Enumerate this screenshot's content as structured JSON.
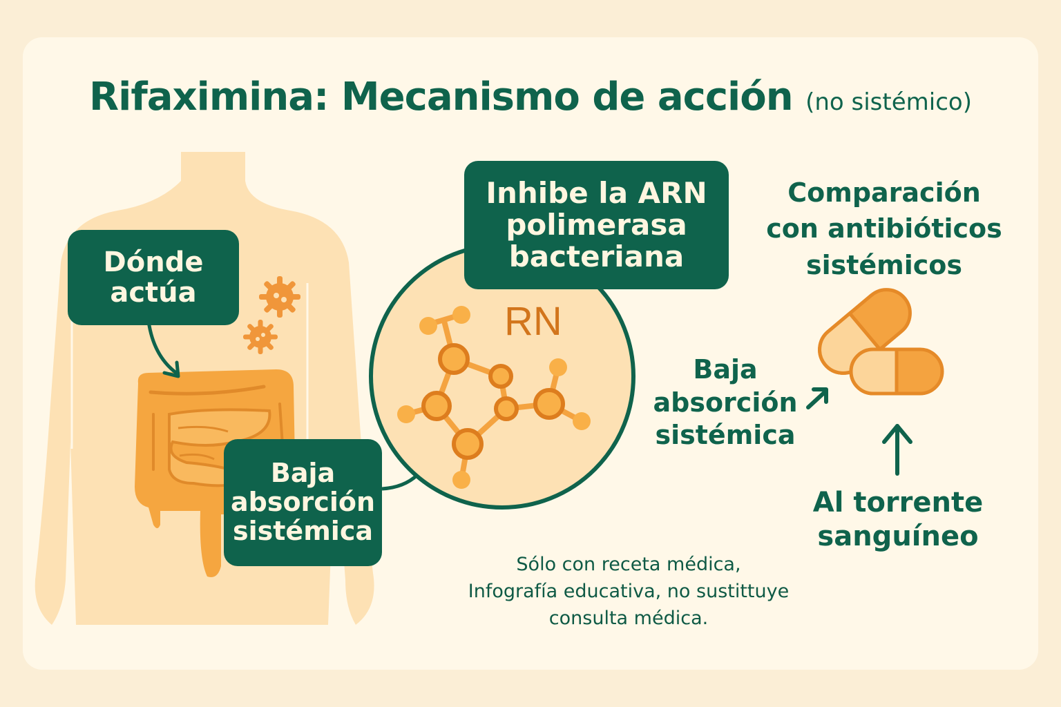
{
  "title": {
    "main": "Rifaximina: Mecanismo de acción",
    "subtitle": "(no sistémico)"
  },
  "left_panel": {
    "where_box": {
      "lines": [
        "Dónde",
        "actúa"
      ]
    },
    "absorption_box": {
      "lines": [
        "Baja",
        "absorción",
        "sistémica"
      ]
    },
    "icons": [
      "human-torso-icon",
      "intestine-icon",
      "bacteria-icon",
      "bacteria-icon"
    ]
  },
  "center_panel": {
    "mechanism_box": {
      "lines": [
        "Inhibe la ARN",
        "polimerasa",
        "bacteriana"
      ]
    },
    "circle_label": "RN",
    "icons": [
      "molecule-icon"
    ]
  },
  "right_panel": {
    "heading": {
      "lines": [
        "Comparación",
        "con antibióticos",
        "sistémicos"
      ]
    },
    "absorption_label": {
      "lines": [
        "Baja",
        "absorción",
        "sistémica"
      ]
    },
    "bloodstream_label": {
      "lines": [
        "Al torrente",
        "sanguíneo"
      ]
    },
    "icons": [
      "capsule-icon",
      "capsule-icon",
      "arrow-up-right-icon",
      "arrow-up-icon"
    ]
  },
  "disclaimer": {
    "lines": [
      "Sólo con receta médica,",
      "Infografía educativa, no sustittuye",
      "consulta médica."
    ]
  },
  "colors": {
    "primary_green": "#0f634c",
    "orange": "#f4a340",
    "orange_dark": "#d9791f",
    "skin": "#fde1b4",
    "background": "#fff8e8",
    "box_text": "#fff6e0"
  }
}
